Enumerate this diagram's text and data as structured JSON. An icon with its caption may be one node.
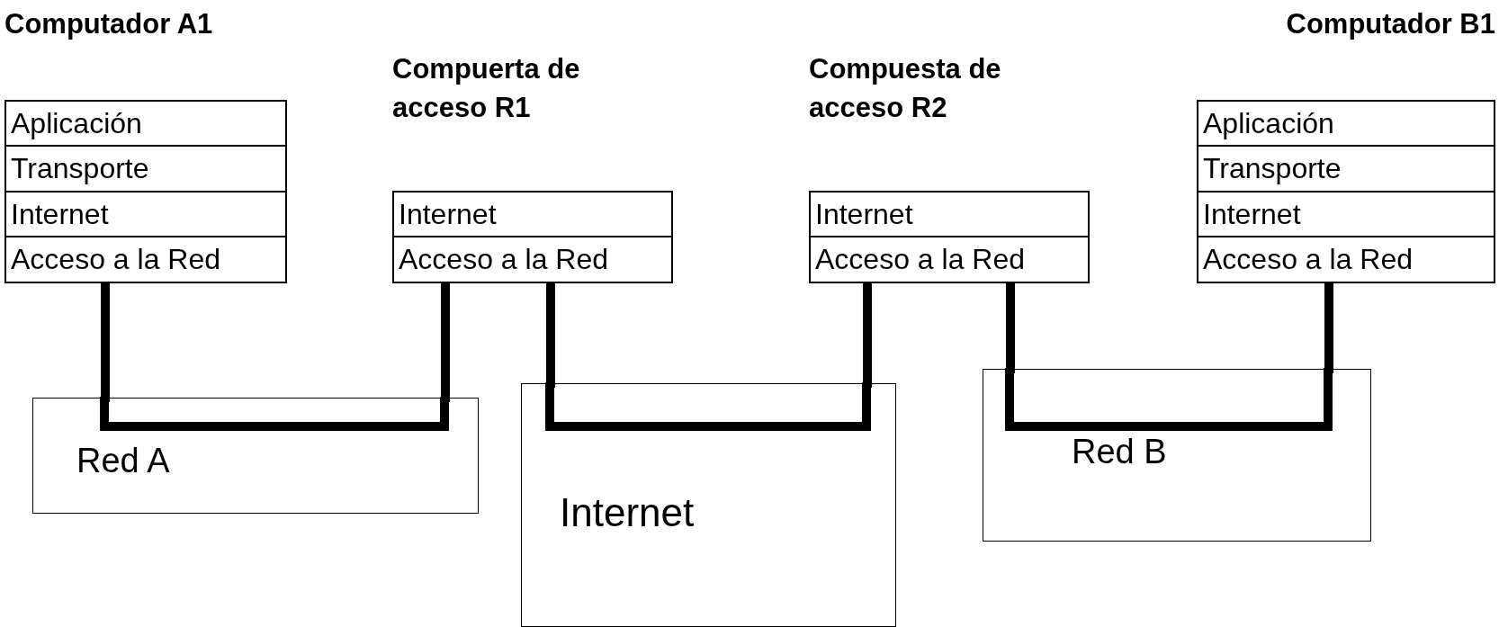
{
  "diagram": {
    "nodes": [
      {
        "text": [
          "Computador A1"
        ]
      },
      {
        "text": [
          "Aplicación"
        ],
        "in": 0
      },
      {
        "text": [
          "Transporte"
        ],
        "in": 0
      },
      {
        "text": [
          "Internet"
        ],
        "in": 0
      },
      {
        "text": [
          "Acceso a la Red"
        ],
        "in": 0
      },
      {
        "text": [
          "Compuerta de acceso R1"
        ]
      },
      {
        "text": [
          "Internet"
        ],
        "in": 5
      },
      {
        "text": [
          "Acceso a la Red"
        ],
        "in": 5
      },
      {
        "text": [
          "Compuesta de acceso R2"
        ]
      },
      {
        "text": [
          "Internet"
        ],
        "in": 8
      },
      {
        "text": [
          "Acceso a la Red"
        ],
        "in": 8
      },
      {
        "text": [
          "Computador B1"
        ]
      },
      {
        "text": [
          "Aplicación"
        ],
        "in": 11
      },
      {
        "text": [
          "Transporte"
        ],
        "in": 11
      },
      {
        "text": [
          "Internet"
        ],
        "in": 11
      },
      {
        "text": [
          "Acceso a la Red"
        ],
        "in": 11
      },
      {
        "text": [
          "Red A"
        ]
      },
      {
        "text": [
          "Internet"
        ]
      },
      {
        "text": [
          "Red B"
        ]
      }
    ],
    "edges": [
      {
        "from": 4,
        "to": 16,
        "arrow": "none"
      },
      {
        "from": 7,
        "to": 16,
        "arrow": "none"
      },
      {
        "from": 7,
        "to": 17,
        "arrow": "none"
      },
      {
        "from": 10,
        "to": 17,
        "arrow": "none"
      },
      {
        "from": 10,
        "to": 18,
        "arrow": "none"
      },
      {
        "from": 15,
        "to": 18,
        "arrow": "none"
      }
    ]
  }
}
